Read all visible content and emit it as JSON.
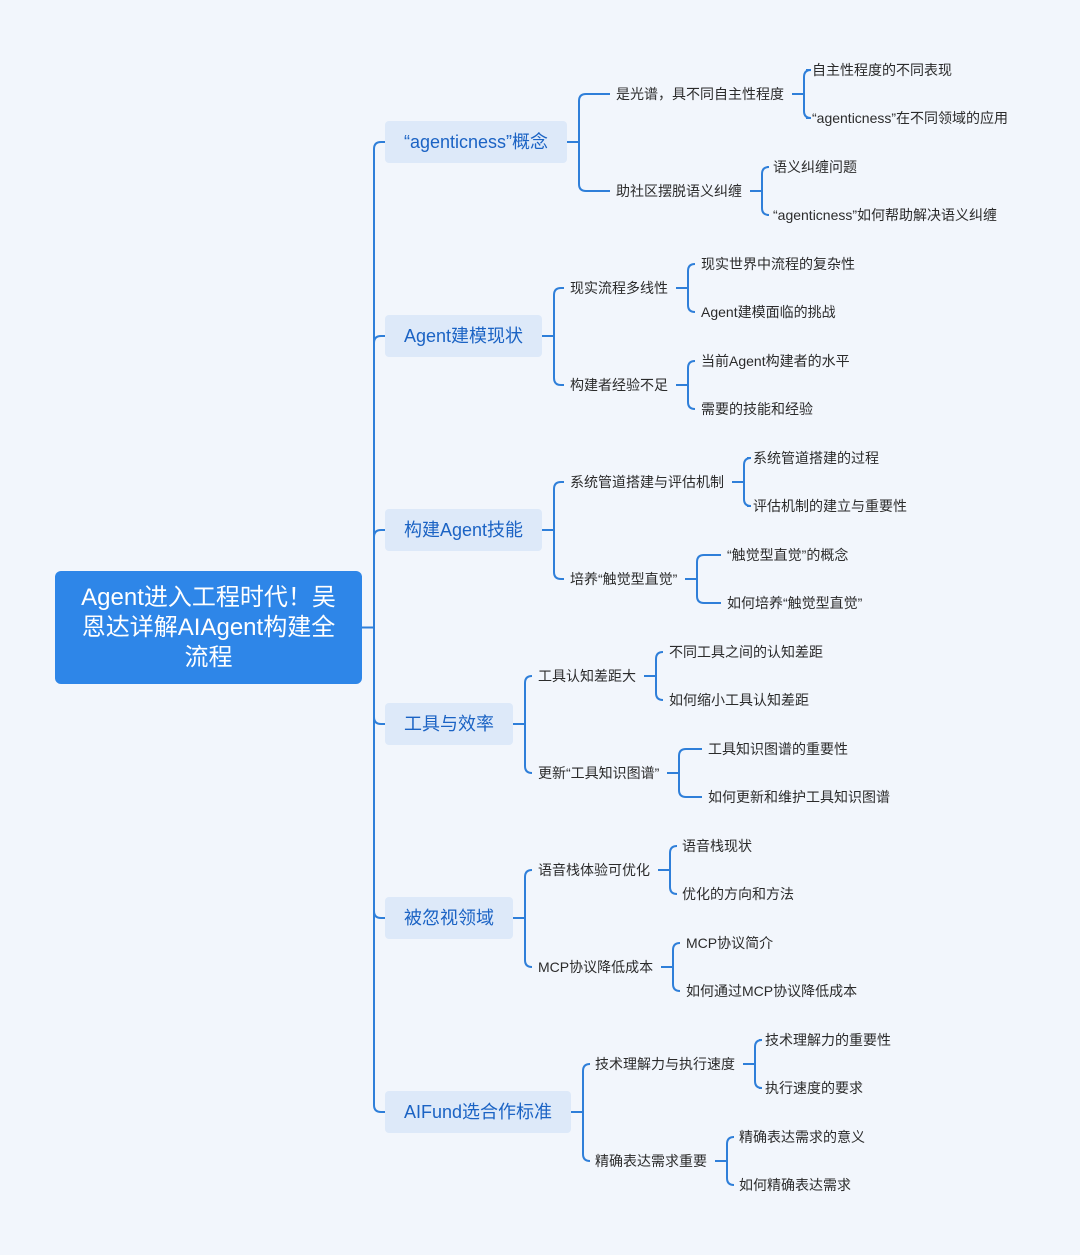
{
  "root": {
    "title": "Agent进入工程时代！吴恩达详解AIAgent构建全流程"
  },
  "branches": [
    {
      "label": "“agenticness”概念",
      "children": [
        {
          "label": "是光谱，具不同自主性程度",
          "children": [
            "自主性程度的不同表现",
            "“agenticness”在不同领域的应用"
          ]
        },
        {
          "label": "助社区摆脱语义纠缠",
          "children": [
            "语义纠缠问题",
            "“agenticness”如何帮助解决语义纠缠"
          ]
        }
      ]
    },
    {
      "label": "Agent建模现状",
      "children": [
        {
          "label": "现实流程多线性",
          "children": [
            "现实世界中流程的复杂性",
            "Agent建模面临的挑战"
          ]
        },
        {
          "label": "构建者经验不足",
          "children": [
            "当前Agent构建者的水平",
            "需要的技能和经验"
          ]
        }
      ]
    },
    {
      "label": "构建Agent技能",
      "children": [
        {
          "label": "系统管道搭建与评估机制",
          "children": [
            "系统管道搭建的过程",
            "评估机制的建立与重要性"
          ]
        },
        {
          "label": "培养“触觉型直觉”",
          "children": [
            "“触觉型直觉”的概念",
            "如何培养“触觉型直觉”"
          ]
        }
      ]
    },
    {
      "label": "工具与效率",
      "children": [
        {
          "label": "工具认知差距大",
          "children": [
            "不同工具之间的认知差距",
            "如何缩小工具认知差距"
          ]
        },
        {
          "label": "更新“工具知识图谱”",
          "children": [
            "工具知识图谱的重要性",
            "如何更新和维护工具知识图谱"
          ]
        }
      ]
    },
    {
      "label": "被忽视领域",
      "children": [
        {
          "label": "语音栈体验可优化",
          "children": [
            "语音栈现状",
            "优化的方向和方法"
          ]
        },
        {
          "label": "MCP协议降低成本",
          "children": [
            "MCP协议简介",
            "如何通过MCP协议降低成本"
          ]
        }
      ]
    },
    {
      "label": "AIFund选合作标准",
      "children": [
        {
          "label": "技术理解力与执行速度",
          "children": [
            "技术理解力的重要性",
            "执行速度的要求"
          ]
        },
        {
          "label": "精确表达需求重要",
          "children": [
            "精确表达需求的意义",
            "如何精确表达需求"
          ]
        }
      ]
    }
  ],
  "colors": {
    "connector": "#2f7fd9",
    "root_bg": "#2e86e8",
    "branch_bg": "#dde9f9",
    "branch_text": "#1b63c4"
  }
}
